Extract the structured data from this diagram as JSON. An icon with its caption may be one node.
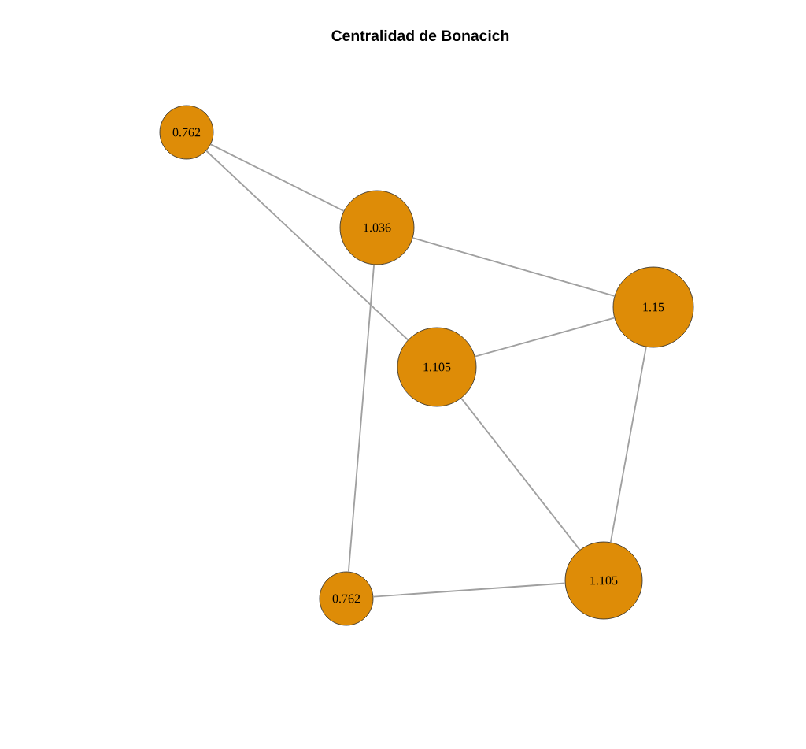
{
  "diagram": {
    "title": "Centralidad de Bonacich",
    "nodes": [
      {
        "text": [
          "0.762"
        ]
      },
      {
        "text": [
          "1.036"
        ]
      },
      {
        "text": [
          "1.15"
        ]
      },
      {
        "text": [
          "1.105"
        ]
      },
      {
        "text": [
          "0.762"
        ]
      },
      {
        "text": [
          "1.105"
        ]
      }
    ],
    "edges": [
      {
        "from": 0,
        "to": 1,
        "arrow": "none"
      },
      {
        "from": 0,
        "to": 3,
        "arrow": "none"
      },
      {
        "from": 1,
        "to": 2,
        "arrow": "none"
      },
      {
        "from": 1,
        "to": 4,
        "arrow": "none"
      },
      {
        "from": 2,
        "to": 3,
        "arrow": "none"
      },
      {
        "from": 2,
        "to": 5,
        "arrow": "none"
      },
      {
        "from": 3,
        "to": 5,
        "arrow": "none"
      },
      {
        "from": 4,
        "to": 5,
        "arrow": "none"
      }
    ]
  }
}
